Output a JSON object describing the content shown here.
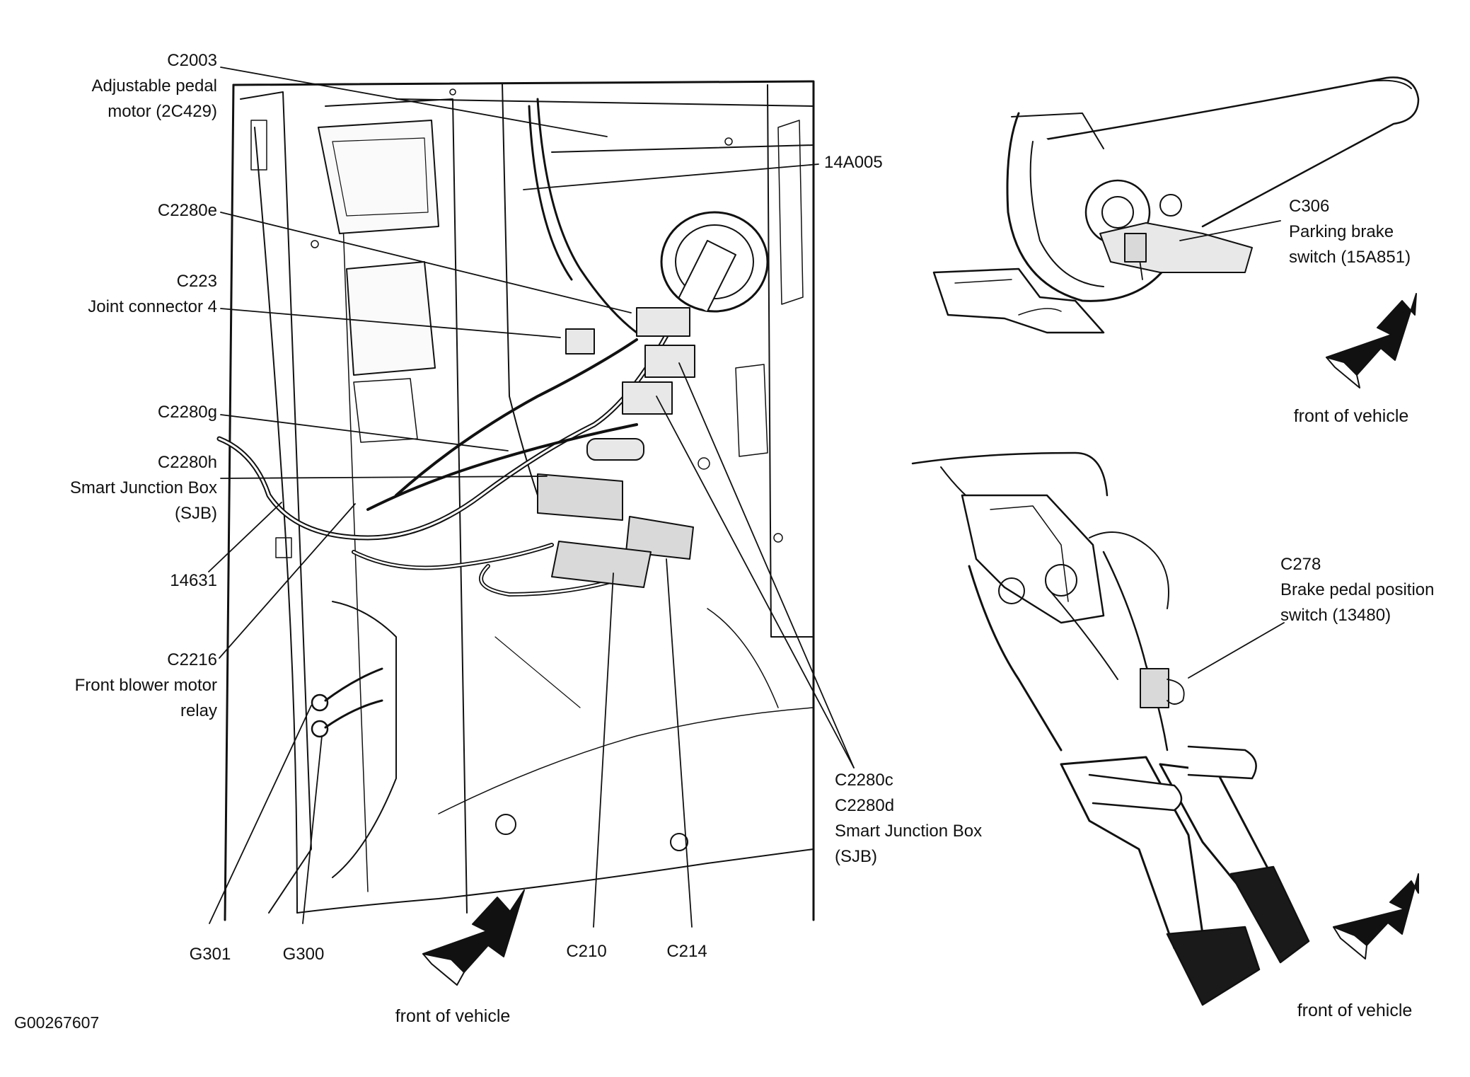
{
  "figure_id": "G00267607",
  "views": {
    "main": {
      "labels": {
        "c2003": [
          "C2003",
          "Adjustable pedal",
          "motor (2C429)"
        ],
        "w14a005": [
          "14A005"
        ],
        "c2280e": [
          "C2280e"
        ],
        "c223": [
          "C223",
          "Joint connector 4"
        ],
        "c2280g": [
          "C2280g"
        ],
        "c2280h": [
          "C2280h",
          "Smart Junction Box",
          "(SJB)"
        ],
        "w14631": [
          "14631"
        ],
        "c2216": [
          "C2216",
          "Front blower motor",
          "relay"
        ],
        "c2280cd": [
          "C2280c",
          "C2280d",
          "Smart Junction Box",
          "(SJB)"
        ],
        "g301": [
          "G301"
        ],
        "g300": [
          "G300"
        ],
        "c210": [
          "C210"
        ],
        "c214": [
          "C214"
        ]
      },
      "direction_label": "front of vehicle"
    },
    "parking_brake": {
      "labels": {
        "c306": [
          "C306",
          "Parking brake",
          "switch (15A851)"
        ]
      },
      "direction_label": "front of vehicle"
    },
    "pedal": {
      "labels": {
        "c278": [
          "C278",
          "Brake pedal position",
          "switch (13480)"
        ]
      },
      "direction_label": "front of vehicle"
    }
  },
  "colors": {
    "ink": "#111111",
    "background": "#ffffff",
    "shade": "#d9d9d9"
  }
}
